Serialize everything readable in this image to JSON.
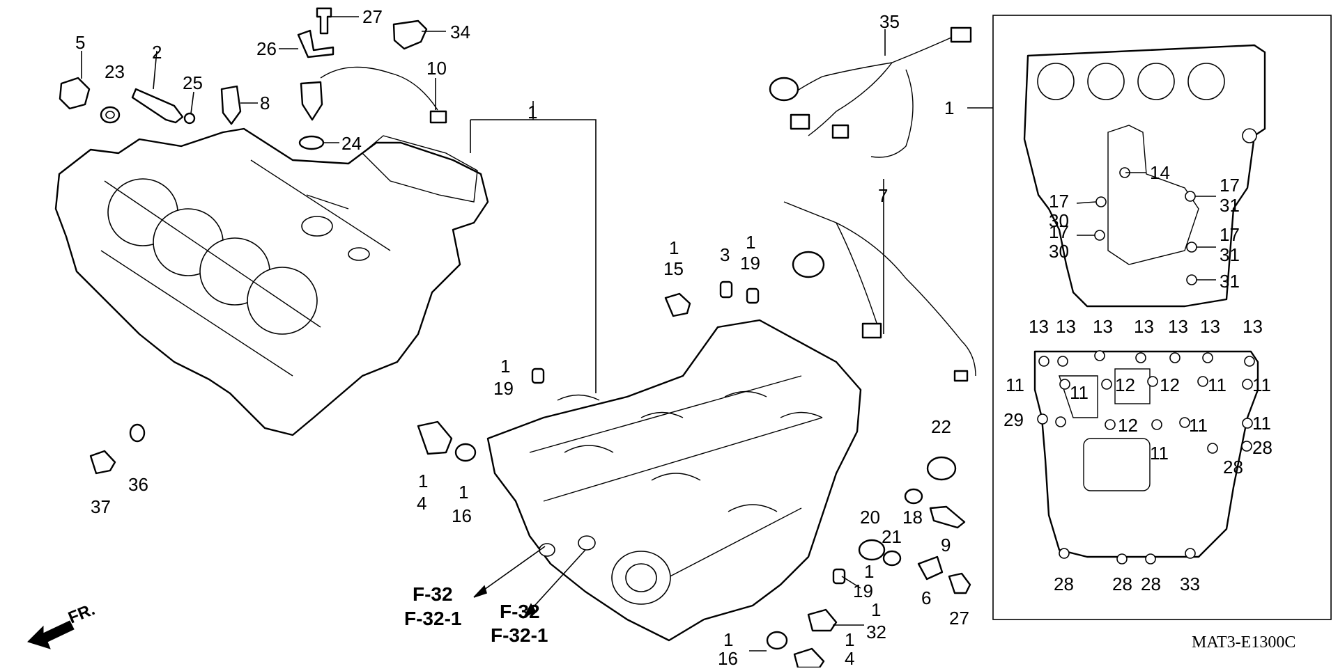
{
  "diagram": {
    "code_label": "MAT3-E1300C",
    "fr_label": "FR.",
    "refs": [
      "F-32",
      "F-32-1"
    ],
    "callouts": {
      "c5": "5",
      "c23": "23",
      "c2": "2",
      "c25": "25",
      "c8": "8",
      "c27a": "27",
      "c26": "26",
      "c34": "34",
      "c10": "10",
      "c24": "24",
      "c35": "35",
      "c1inset": "1",
      "c1main": "1",
      "c7": "7",
      "c1_15": "1",
      "c15": "15",
      "c3": "3",
      "c1_19a": "1",
      "c19a": "19",
      "c1_19b": "1",
      "c19b": "19",
      "c1_4a": "1",
      "c4a": "4",
      "c1_16a": "1",
      "c16a": "16",
      "c37": "37",
      "c36": "36",
      "c22": "22",
      "c20": "20",
      "c18": "18",
      "c21": "21",
      "c9": "9",
      "c1_19c": "1",
      "c19c": "19",
      "c6": "6",
      "c27b": "27",
      "c1_32": "1",
      "c32": "32",
      "c1_16b": "1",
      "c16b": "16",
      "c1_4b": "1",
      "c4b": "4",
      "c14": "14",
      "c17a": "17",
      "c30a": "30",
      "c17b": "17",
      "c30b": "30",
      "c17c": "17",
      "c31a": "31",
      "c17d": "17",
      "c31b": "31",
      "c31c": "31",
      "c13a": "13",
      "c13b": "13",
      "c13c": "13",
      "c13d": "13",
      "c13e": "13",
      "c13f": "13",
      "c13g": "13",
      "c11a": "11",
      "c11b": "11",
      "c12a": "12",
      "c12b": "12",
      "c11c": "11",
      "c11d": "11",
      "c29": "29",
      "c12c": "12",
      "c11e": "11",
      "c11f": "11",
      "c11g": "11",
      "c28a": "28",
      "c28b": "28",
      "c28c": "28",
      "c28d": "28",
      "c28e": "28",
      "c33": "33"
    }
  }
}
